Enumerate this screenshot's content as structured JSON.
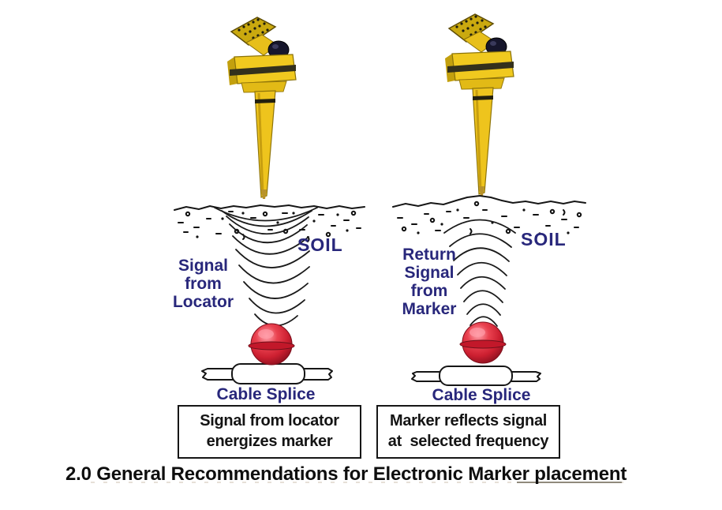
{
  "page": {
    "heading": "2.0 General Recommendations for Electronic Marker placement"
  },
  "colors": {
    "label_navy": "#28277b",
    "device_yellow": "#f0c91f",
    "marker_red": "#d92a3a",
    "caption_text": "#141414"
  },
  "left_panel": {
    "soil_label": "SOIL",
    "signal_label": "Signal\nfrom\nLocator",
    "splice_label": "Cable Splice",
    "caption": "Signal from locator\nenergizes marker"
  },
  "right_panel": {
    "soil_label": "SOIL",
    "signal_label": "Return\nSignal\nfrom\nMarker",
    "splice_label": "Cable Splice",
    "caption": "Marker reflects signal\nat  selected frequency"
  }
}
